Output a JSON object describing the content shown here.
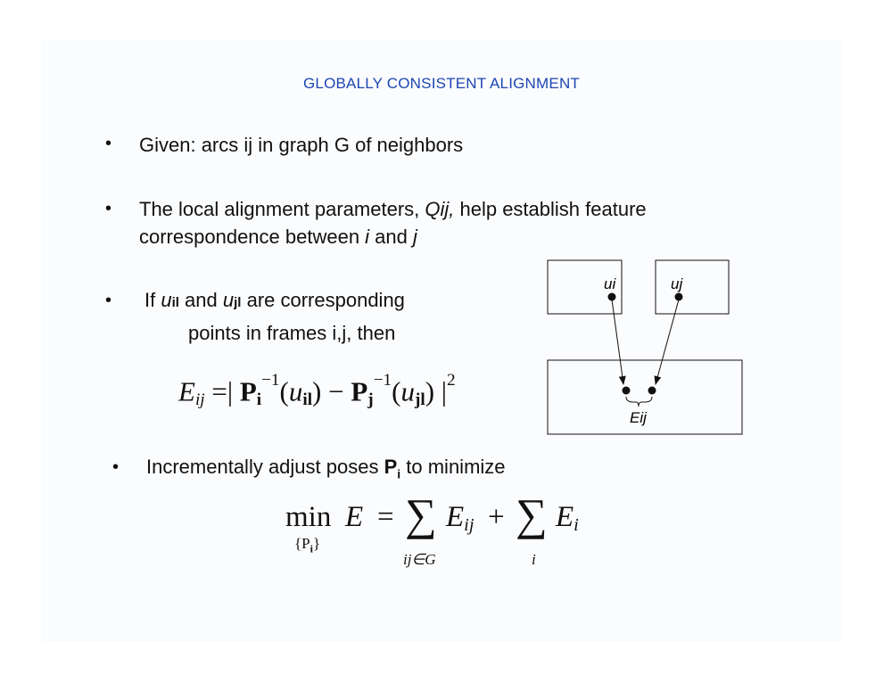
{
  "title": "GLOBALLY CONSISTENT ALIGNMENT",
  "bullet_glyph": "•",
  "bullets": [
    {
      "text": "Given: arcs ij in graph G of neighbors"
    },
    {
      "line1_a": "The local alignment parameters, ",
      "line1_q": "Qij,",
      "line1_b": " help establish feature",
      "line2_a": "correspondence between ",
      "line2_i": "i",
      "line2_and": " and ",
      "line2_j": "j"
    },
    {
      "if": "If ",
      "u1": "u",
      "u1_sub": "il",
      "and": " and ",
      "u2": "u",
      "u2_sub": "jl",
      "rest": " are corresponding",
      "line2": "points in frames i,j, then"
    },
    {
      "a": "Incrementally adjust poses ",
      "P": "P",
      "P_sub": "i",
      "b": " to minimize"
    }
  ],
  "equation1": {
    "E": "E",
    "E_sub": "ij",
    "eq": "=",
    "bar": "|",
    "P": "P",
    "Pi_sub": "i",
    "Pj_sub": "j",
    "inv": "−1",
    "lp": "(",
    "u": "u",
    "u1_sub": "il",
    "rp": ")",
    "minus": "−",
    "u2_sub": "jl",
    "sq": "2"
  },
  "equation2": {
    "min": "min",
    "under_min": "{P",
    "under_min_sub": "i",
    "under_min_close": "}",
    "E": "E",
    "eq": "=",
    "sum": "∑",
    "plus": "+",
    "Eij_sub": "ij",
    "Ei_sub": "i",
    "sum1_under": "ij∈G",
    "sum2_under": "i"
  },
  "diagram": {
    "label_ui": "ui",
    "label_uj": "uj",
    "label_eij": "Eij"
  }
}
